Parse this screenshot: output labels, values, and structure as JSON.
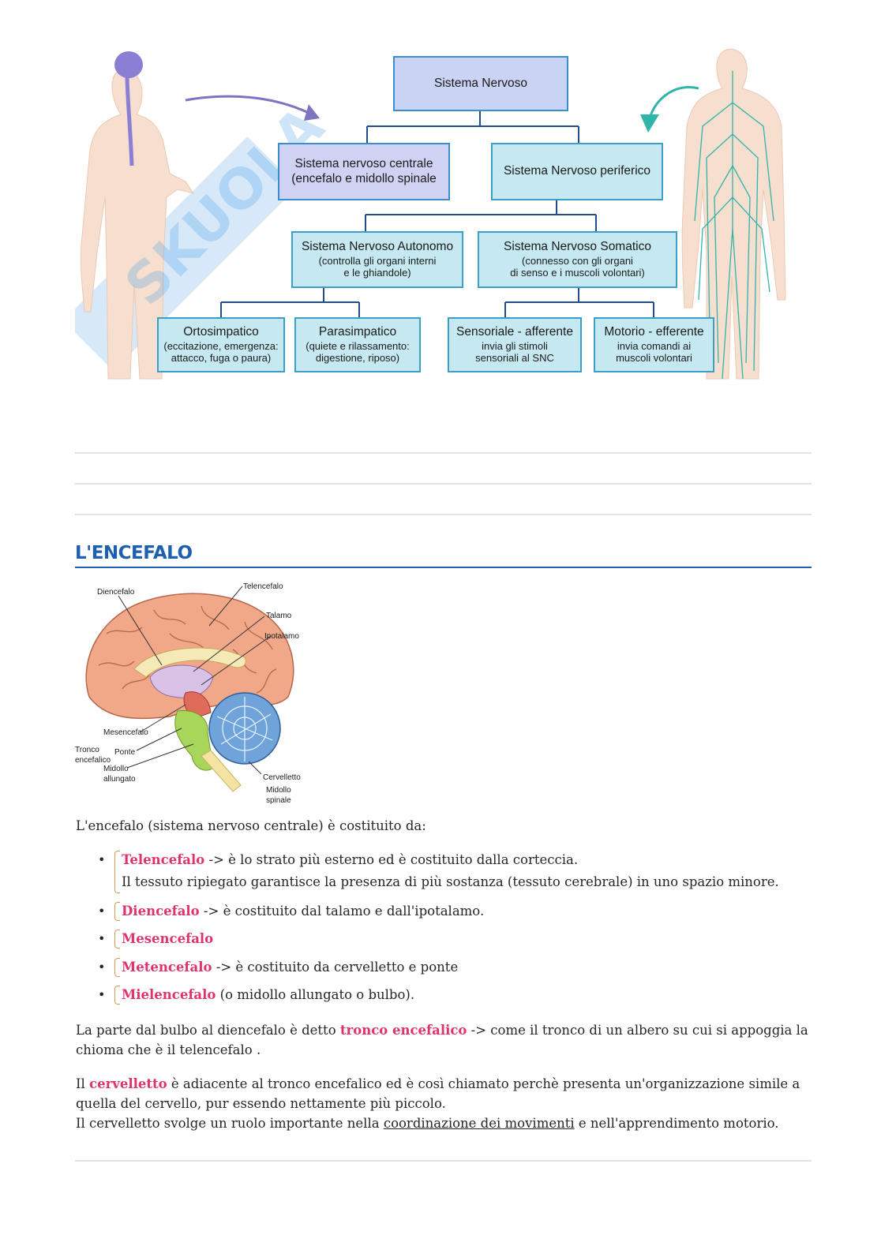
{
  "diagram": {
    "root": "Sistema Nervoso",
    "central": {
      "title": "Sistema nervoso centrale",
      "subtitle": "(encefalo e midollo spinale"
    },
    "peripheral": {
      "title": "Sistema Nervoso periferico"
    },
    "autonomic": {
      "title": "Sistema Nervoso Autonomo",
      "line1": "(controlla gli organi interni",
      "line2": "e le ghiandole)"
    },
    "somatic": {
      "title": "Sistema Nervoso Somatico",
      "line1": "(connesso con gli organi",
      "line2": "di senso e i muscoli volontari)"
    },
    "ortho": {
      "title": "Ortosimpatico",
      "line1": "(eccitazione, emergenza:",
      "line2": "attacco, fuga o paura)"
    },
    "para": {
      "title": "Parasimpatico",
      "line1": "(quiete e rilassamento:",
      "line2": "digestione, riposo)"
    },
    "sensory": {
      "title": "Sensoriale - afferente",
      "line1": "invia gli stimoli",
      "line2": "sensoriali al SNC"
    },
    "motor": {
      "title": "Motorio - efferente",
      "line1": "invia comandi ai",
      "line2": "muscoli volontari"
    },
    "colors": {
      "cns_limb": "#8b7fd4",
      "pns_nerves": "#2fb5aa",
      "body_skin": "#f5dccb"
    }
  },
  "section": {
    "title": "L'ENCEFALO"
  },
  "brain_labels": {
    "diencefalo": "Diencefalo",
    "telencefalo": "Telencefalo",
    "talamo": "Talamo",
    "ipotalamo": "Ipotalamo",
    "mesencefalo": "Mesencefalo",
    "tronco1": "Tronco",
    "tronco2": "encefalico",
    "ponte": "Ponte",
    "midollo1": "Midollo",
    "midollo2": "allungato",
    "cervelletto": "Cervelletto",
    "spinale1": "Midollo",
    "spinale2": "spinale"
  },
  "intro": "L'encefalo (sistema nervoso centrale) è costituito da:",
  "list": [
    {
      "term": "Telencefalo",
      "rest": " -> è lo strato più esterno ed è costituito dalla corteccia.",
      "extra": "Il tessuto ripiegato garantisce la presenza di più sostanza (tessuto cerebrale) in uno spazio minore."
    },
    {
      "term": "Diencefalo",
      "rest": " -> è costituito dal talamo e dall'ipotalamo."
    },
    {
      "term": "Mesencefalo",
      "rest": ""
    },
    {
      "term": "Metencefalo",
      "rest": " -> è costituito da cervelletto e ponte"
    },
    {
      "term": "Mielencefalo",
      "rest": " (o midollo allungato o bulbo)."
    }
  ],
  "p1": {
    "a": "La parte dal bulbo al diencefalo è detto ",
    "hl": "tronco encefalico",
    "b": " -> come il tronco di un albero su cui si appoggia la chioma che è il telencefalo ."
  },
  "p2": {
    "a": "Il ",
    "hl": "cervelletto",
    "b": " è adiacente al tronco encefalico ed è così chiamato perchè presenta un'organizzazione simile a quella del cervello, pur essendo nettamente più piccolo.",
    "c": "Il cervelletto svolge un ruolo importante nella ",
    "u": "coordinazione dei movimenti",
    "d": " e nell'apprendimento motorio."
  }
}
